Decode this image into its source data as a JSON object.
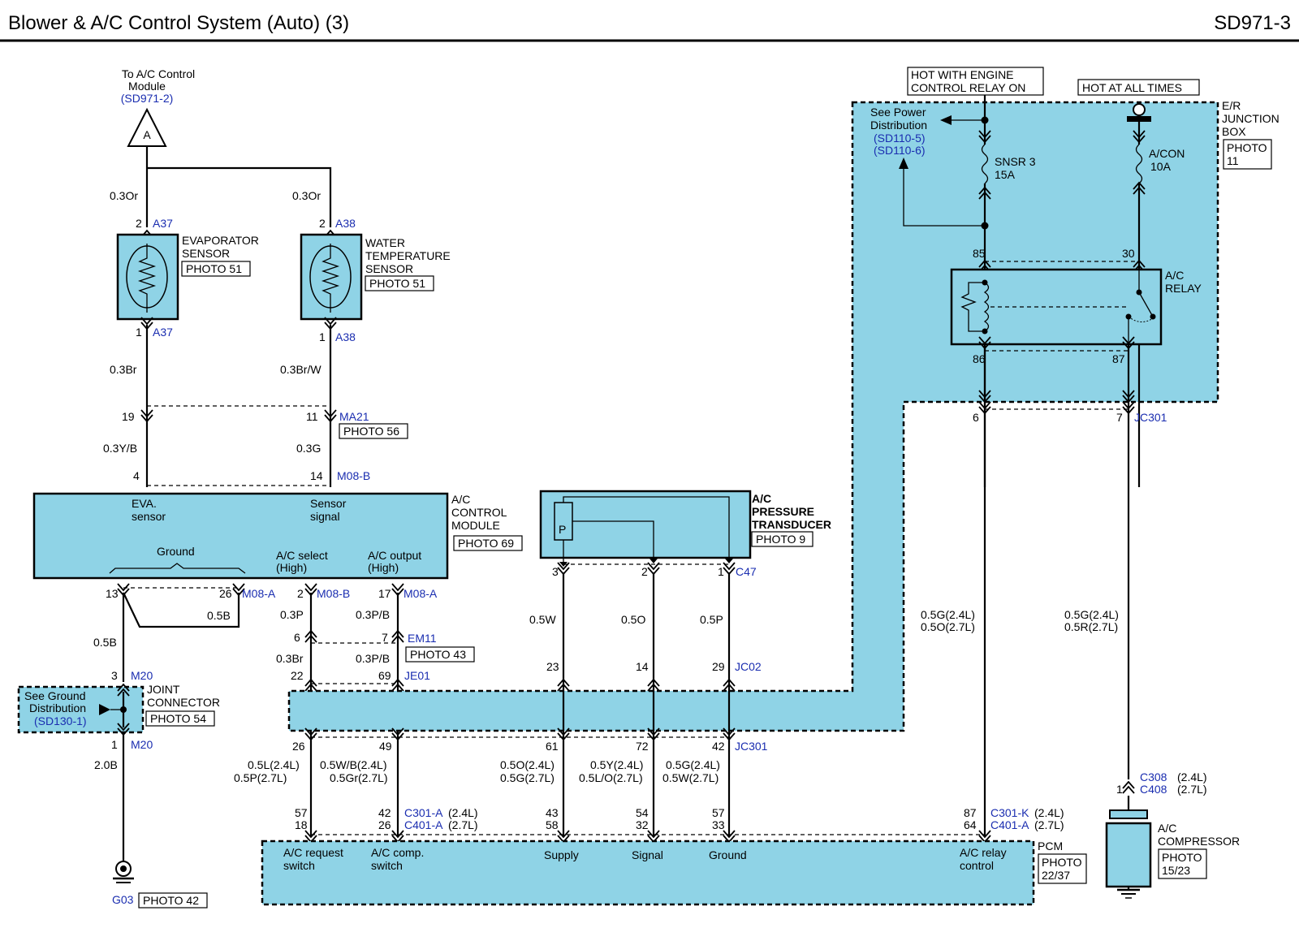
{
  "header": {
    "title": "Blower & A/C Control System (Auto) (3)",
    "code": "SD971-3"
  },
  "offpage": {
    "letter": "A",
    "line1": "To A/C Control",
    "line2": "Module",
    "ref": "(SD971-2)"
  },
  "evap_sensor": {
    "name1": "EVAPORATOR",
    "name2": "SENSOR",
    "photo": "PHOTO 51",
    "pin_top": "2",
    "conn_top": "A37",
    "pin_bot": "1",
    "conn_bot": "A37",
    "wire_top": "0.3Or",
    "wire_bot": "0.3Br"
  },
  "water_sensor": {
    "name1": "WATER",
    "name2": "TEMPERATURE",
    "name3": "SENSOR",
    "photo": "PHOTO 51",
    "pin_top": "2",
    "conn_top": "A38",
    "pin_bot": "1",
    "conn_bot": "A38",
    "wire_top": "0.3Or",
    "wire_bot": "0.3Br/W"
  },
  "ma21": {
    "pin_a": "19",
    "pin_b": "11",
    "conn": "MA21",
    "photo": "PHOTO 56",
    "wire_a": "0.3Y/B",
    "wire_b": "0.3G"
  },
  "control_module": {
    "pin_a": "4",
    "pin_b": "14",
    "conn_top": "M08-B",
    "name1": "A/C",
    "name2": "CONTROL",
    "name3": "MODULE",
    "photo": "PHOTO 69",
    "eva1": "EVA.",
    "eva2": "sensor",
    "sen1": "Sensor",
    "sen2": "signal",
    "ground": "Ground",
    "sel1": "A/C select",
    "sel2": "(High)",
    "out1": "A/C output",
    "out2": "(High)",
    "pin13": "13",
    "pin26": "26",
    "conn_m08a": "M08-A",
    "wire_05b_right": "0.5B",
    "pin2": "2",
    "conn_m08b": "M08-B",
    "pin17": "17",
    "conn_m08a2": "M08-A",
    "wire_sel": "0.3P",
    "wire_out": "0.3P/B",
    "wire_gnd": "0.5B"
  },
  "em11": {
    "pin_a": "6",
    "pin_b": "7",
    "conn": "EM11",
    "photo": "PHOTO 43",
    "wire_a": "0.3Br",
    "wire_b": "0.3P/B"
  },
  "je01": {
    "pin_a": "22",
    "pin_b": "69",
    "conn": "JE01"
  },
  "joint": {
    "pin_top": "3",
    "conn_top": "M20",
    "pin_bot": "1",
    "conn_bot": "M20",
    "see1": "See Ground",
    "see2": "Distribution",
    "ref": "(SD130-1)",
    "name1": "JOINT",
    "name2": "CONNECTOR",
    "photo": "PHOTO 54",
    "wire_bot": "2.0B"
  },
  "ground": {
    "conn": "G03",
    "photo": "PHOTO 42"
  },
  "transducer": {
    "name1": "A/C",
    "name2": "PRESSURE",
    "name3": "TRANSDUCER",
    "photo": "PHOTO 9",
    "symbol": "P",
    "pins": [
      "3",
      "2",
      "1"
    ],
    "conn": "C47",
    "wires": [
      "0.5W",
      "0.5O",
      "0.5P"
    ]
  },
  "jc02": {
    "pins": [
      "23",
      "14",
      "29"
    ],
    "conn": "JC02"
  },
  "jc301": {
    "pins": [
      "26",
      "49",
      "61",
      "72",
      "42"
    ],
    "conn": "JC301",
    "wire_26a": "0.5L(2.4L)",
    "wire_26b": "0.5P(2.7L)",
    "wire_49a": "0.5W/B(2.4L)",
    "wire_49b": "0.5Gr(2.7L)",
    "wire_61a": "0.5O(2.4L)",
    "wire_61b": "0.5G(2.7L)",
    "wire_72a": "0.5Y(2.4L)",
    "wire_72b": "0.5L/O(2.7L)",
    "wire_42a": "0.5G(2.4L)",
    "wire_42b": "0.5W(2.7L)"
  },
  "pcm": {
    "pins_a": [
      "57",
      "42",
      "43",
      "54",
      "57",
      "87"
    ],
    "pins_b": [
      "18",
      "26",
      "58",
      "32",
      "33",
      "64"
    ],
    "conn_c301a": "C301-A",
    "conn_c401a": "C401-A",
    "conn_c301k": "C301-K",
    "conn_c401a2": "C401-A",
    "eng24": "(2.4L)",
    "eng27": "(2.7L)",
    "req1": "A/C request",
    "req2": "switch",
    "comp1": "A/C comp.",
    "comp2": "switch",
    "supply": "Supply",
    "signal": "Signal",
    "ground": "Ground",
    "relay1": "A/C relay",
    "relay2": "control",
    "name": "PCM",
    "photo1": "PHOTO",
    "photo2": "22/37"
  },
  "junction_box": {
    "hot_engine1": "HOT WITH ENGINE",
    "hot_engine2": "CONTROL RELAY ON",
    "hot_all": "HOT AT ALL TIMES",
    "name1": "E/R",
    "name2": "JUNCTION",
    "name3": "BOX",
    "photo1": "PHOTO",
    "photo2": "11",
    "see1": "See Power",
    "see2": "Distribution",
    "ref1": "(SD110-5)",
    "ref2": "(SD110-6)",
    "fuse1_name": "SNSR 3",
    "fuse1_amp": "15A",
    "fuse2_name": "A/CON",
    "fuse2_amp": "10A",
    "relay_name1": "A/C",
    "relay_name2": "RELAY",
    "pin85": "85",
    "pin30": "30",
    "pin86": "86",
    "pin87": "87",
    "pin6": "6",
    "pin7": "7",
    "conn": "JC301",
    "wire6a": "0.5G(2.4L)",
    "wire6b": "0.5O(2.7L)",
    "wire7a": "0.5G(2.4L)",
    "wire7b": "0.5R(2.7L)"
  },
  "compressor": {
    "pin": "1",
    "conn1": "C308",
    "eng1": "(2.4L)",
    "conn2": "C408",
    "eng2": "(2.7L)",
    "name1": "A/C",
    "name2": "COMPRESSOR",
    "photo1": "PHOTO",
    "photo2": "15/23"
  }
}
